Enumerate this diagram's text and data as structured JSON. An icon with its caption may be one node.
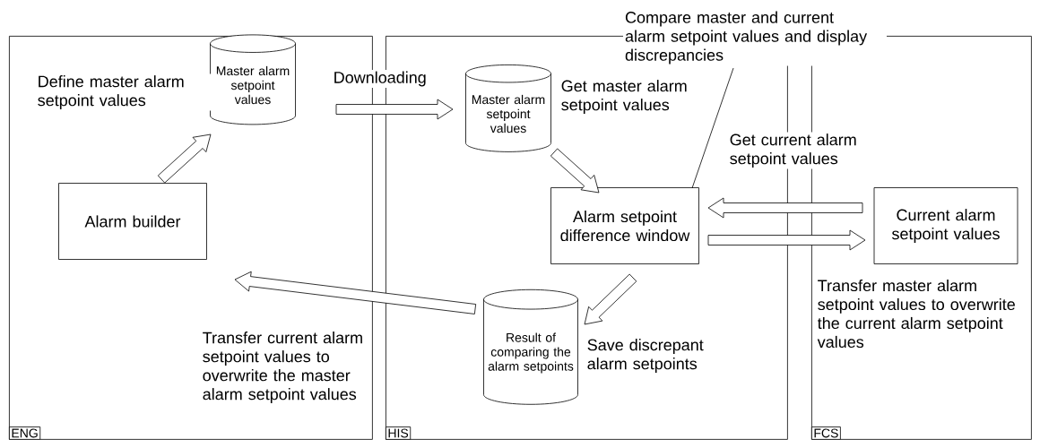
{
  "diagram": {
    "nodes": [
      {
        "text": [
          "ENG"
        ]
      },
      {
        "text": [
          "Master alarm setpoint values"
        ],
        "in": 0
      },
      {
        "text": [
          "Alarm builder"
        ],
        "in": 0
      },
      {
        "text": [
          "HIS"
        ]
      },
      {
        "text": [
          "Master alarm setpoint values"
        ],
        "in": 3
      },
      {
        "text": [
          "Alarm setpoint difference window"
        ],
        "in": 3
      },
      {
        "text": [
          "Result of comparing the alarm setpoints"
        ],
        "in": 3
      },
      {
        "text": [
          "FCS"
        ]
      },
      {
        "text": [
          "Current alarm setpoint values"
        ],
        "in": 7
      },
      {
        "text": [
          "Compare master and current alarm setpoint values and display discrepancies"
        ]
      }
    ],
    "edges": [
      {
        "from": 2,
        "to": 1,
        "arrow": "to",
        "label": "Define master alarm setpoint values"
      },
      {
        "from": 1,
        "to": 4,
        "arrow": "to",
        "label": "Downloading"
      },
      {
        "from": 4,
        "to": 5,
        "arrow": "to",
        "label": "Get master alarm setpoint values"
      },
      {
        "from": 8,
        "to": 5,
        "arrow": "to",
        "label": "Get current alarm setpoint values"
      },
      {
        "from": 5,
        "to": 8,
        "arrow": "to",
        "label": "Transfer master alarm setpoint values to overwrite the current alarm setpoint values"
      },
      {
        "from": 5,
        "to": 6,
        "arrow": "to",
        "label": "Save discrepant alarm setpoints"
      },
      {
        "from": 6,
        "to": 2,
        "arrow": "to",
        "label": "Transfer current alarm setpoint values to overwrite the master alarm setpoint values"
      },
      {
        "from": 9,
        "to": 5,
        "arrow": "none"
      }
    ]
  }
}
